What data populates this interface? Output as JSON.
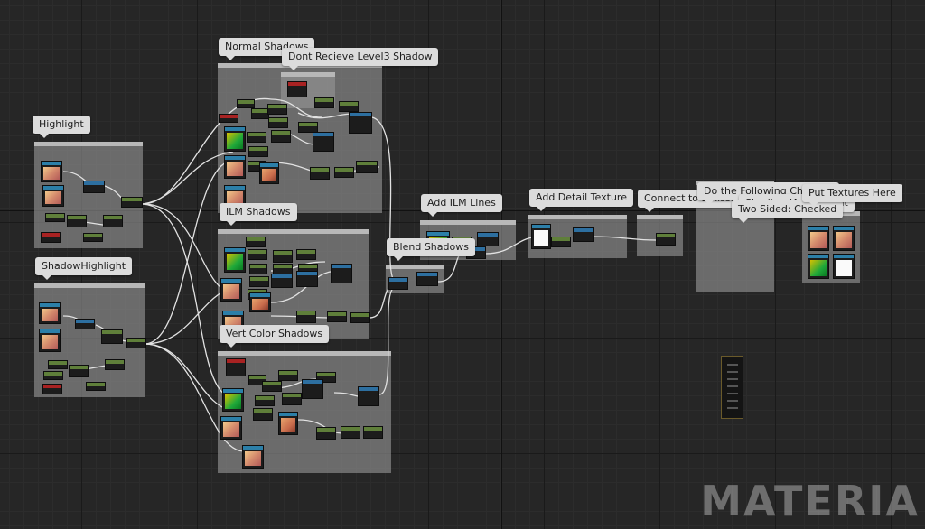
{
  "app": {
    "view": "Material Graph Editor",
    "watermark": "MATERIA"
  },
  "comments": [
    {
      "id": "normal-shadows",
      "label": "Normal Shadows"
    },
    {
      "id": "dont-recieve",
      "label": "Dont Recieve Level3 Shadow"
    },
    {
      "id": "highlight",
      "label": "Highlight"
    },
    {
      "id": "ilm-shadows",
      "label": "ILM Shadows"
    },
    {
      "id": "shadow-highlight",
      "label": "ShadowHighlight"
    },
    {
      "id": "vert-color-shadows",
      "label": "Vert Color Shadows"
    },
    {
      "id": "blend-shadows",
      "label": "Blend Shadows"
    },
    {
      "id": "add-ilm-lines",
      "label": "Add ILM Lines"
    },
    {
      "id": "add-detail-texture",
      "label": "Add Detail Texture"
    },
    {
      "id": "connect-emissive",
      "label": "Connect to Emissive Color"
    },
    {
      "id": "do-following",
      "label": "Do the Following Changes"
    },
    {
      "id": "shading-model",
      "label": "Shading Model: Unlit"
    },
    {
      "id": "two-sided",
      "label": "Two Sided: Checked"
    },
    {
      "id": "put-textures",
      "label": "Put Textures Here"
    }
  ],
  "colors": {
    "graph_background": "#262626",
    "comment_box": "#969696",
    "scalar_node_header": "#5f7f3a",
    "texture_node_header": "#2c7fa8",
    "vector_node_header": "#a82222",
    "wire": "#e0e0e0"
  }
}
